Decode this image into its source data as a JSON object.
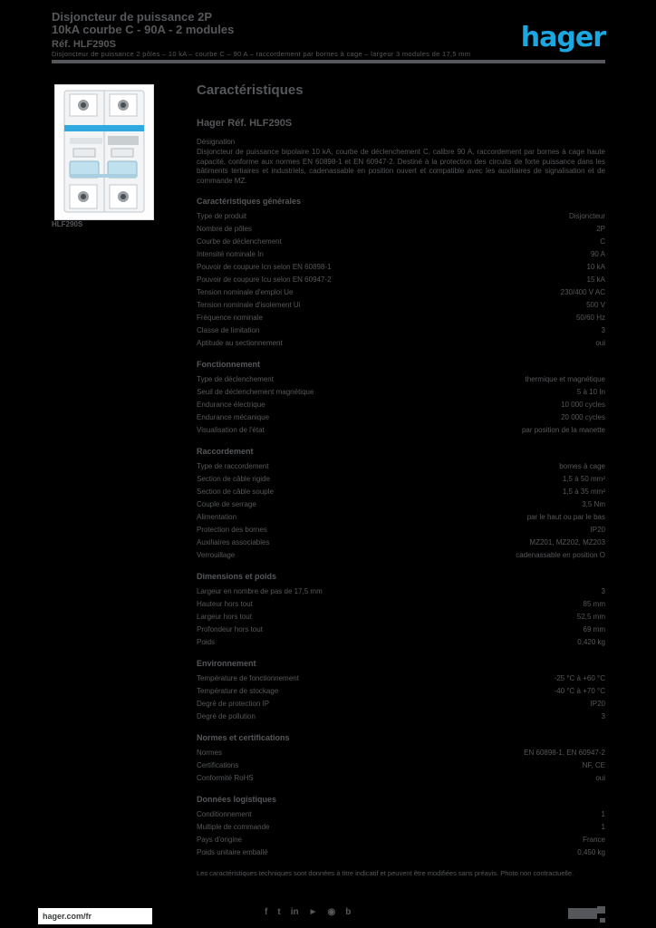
{
  "page": {
    "background": "#000000",
    "text_color": "#55575a",
    "accent_blue": "#1ba8e1"
  },
  "header": {
    "title_line1": "Disjoncteur de puissance 2P",
    "title_line2": "10kA courbe C - 90A - 2 modules",
    "reference_line": "Réf. HLF290S",
    "subtitle": "Disjoncteur de puissance 2 pôles – 10 kA – courbe C – 90 A – raccordement par bornes à cage – largeur 3 modules de 17,5 mm",
    "logo_text": "hager"
  },
  "product": {
    "image_name": "disjoncteur-2p-photo",
    "reference": "HLF290S"
  },
  "main": {
    "heading": "Caractéristiques",
    "brand_ref": "Hager Réf. HLF290S",
    "designation_label": "Désignation",
    "description": "Disjoncteur de puissance bipolaire 10 kA, courbe de déclenchement C, calibre 90 A, raccordement par bornes à cage haute capacité, conforme aux normes EN 60898-1 et EN 60947-2. Destiné à la protection des circuits de forte puissance dans les bâtiments tertiaires et industriels, cadenassable en position ouvert et compatible avec les auxiliaires de signalisation et de commande MZ.",
    "sections": [
      {
        "title": "Caractéristiques générales",
        "rows": [
          [
            "Type de produit",
            "Disjoncteur"
          ],
          [
            "Nombre de pôles",
            "2P"
          ],
          [
            "Courbe de déclenchement",
            "C"
          ],
          [
            "Intensité nominale In",
            "90 A"
          ],
          [
            "Pouvoir de coupure Icn selon EN 60898-1",
            "10 kA"
          ],
          [
            "Pouvoir de coupure Icu selon EN 60947-2",
            "15 kA"
          ],
          [
            "Tension nominale d'emploi Ue",
            "230/400 V AC"
          ],
          [
            "Tension nominale d'isolement Ui",
            "500 V"
          ],
          [
            "Fréquence nominale",
            "50/60 Hz"
          ],
          [
            "Classe de limitation",
            "3"
          ],
          [
            "Aptitude au sectionnement",
            "oui"
          ]
        ]
      },
      {
        "title": "Fonctionnement",
        "rows": [
          [
            "Type de déclenchement",
            "thermique et magnétique"
          ],
          [
            "Seuil de déclenchement magnétique",
            "5 à 10 In"
          ],
          [
            "Endurance électrique",
            "10 000 cycles"
          ],
          [
            "Endurance mécanique",
            "20 000 cycles"
          ],
          [
            "Visualisation de l'état",
            "par position de la manette"
          ]
        ]
      },
      {
        "title": "Raccordement",
        "rows": [
          [
            "Type de raccordement",
            "bornes à cage"
          ],
          [
            "Section de câble rigide",
            "1,5 à 50 mm²"
          ],
          [
            "Section de câble souple",
            "1,5 à 35 mm²"
          ],
          [
            "Couple de serrage",
            "3,5 Nm"
          ],
          [
            "Alimentation",
            "par le haut ou par le bas"
          ],
          [
            "Protection des bornes",
            "IP20"
          ],
          [
            "Auxiliaires associables",
            "MZ201, MZ202, MZ203"
          ],
          [
            "Verrouillage",
            "cadenassable en position O"
          ]
        ]
      },
      {
        "title": "Dimensions et poids",
        "rows": [
          [
            "Largeur en nombre de pas de 17,5 mm",
            "3"
          ],
          [
            "Hauteur hors tout",
            "85 mm"
          ],
          [
            "Largeur hors tout",
            "52,5 mm"
          ],
          [
            "Profondeur hors tout",
            "69 mm"
          ],
          [
            "Poids",
            "0,420 kg"
          ]
        ]
      },
      {
        "title": "Environnement",
        "rows": [
          [
            "Température de fonctionnement",
            "-25 °C à +60 °C"
          ],
          [
            "Température de stockage",
            "-40 °C à +70 °C"
          ],
          [
            "Degré de protection IP",
            "IP20"
          ],
          [
            "Degré de pollution",
            "3"
          ]
        ]
      },
      {
        "title": "Normes et certifications",
        "rows": [
          [
            "Normes",
            "EN 60898-1, EN 60947-2"
          ],
          [
            "Certifications",
            "NF, CE"
          ],
          [
            "Conformité RoHS",
            "oui"
          ]
        ]
      },
      {
        "title": "Données logistiques",
        "rows": [
          [
            "Conditionnement",
            "1"
          ],
          [
            "Multiple de commande",
            "1"
          ],
          [
            "Pays d'origine",
            "France"
          ],
          [
            "Poids unitaire emballé",
            "0,450 kg"
          ]
        ]
      }
    ],
    "footnote": "Les caractéristiques techniques sont données à titre indicatif et peuvent être modifiées sans préavis. Photo non contractuelle."
  },
  "footer": {
    "website": "hager.com/fr",
    "social_icons": [
      {
        "name": "facebook-icon",
        "glyph": "f"
      },
      {
        "name": "twitter-icon",
        "glyph": "t"
      },
      {
        "name": "linkedin-icon",
        "glyph": "in"
      },
      {
        "name": "youtube-icon",
        "glyph": "►"
      },
      {
        "name": "instagram-icon",
        "glyph": "◉"
      },
      {
        "name": "blog-icon",
        "glyph": "b"
      }
    ]
  }
}
